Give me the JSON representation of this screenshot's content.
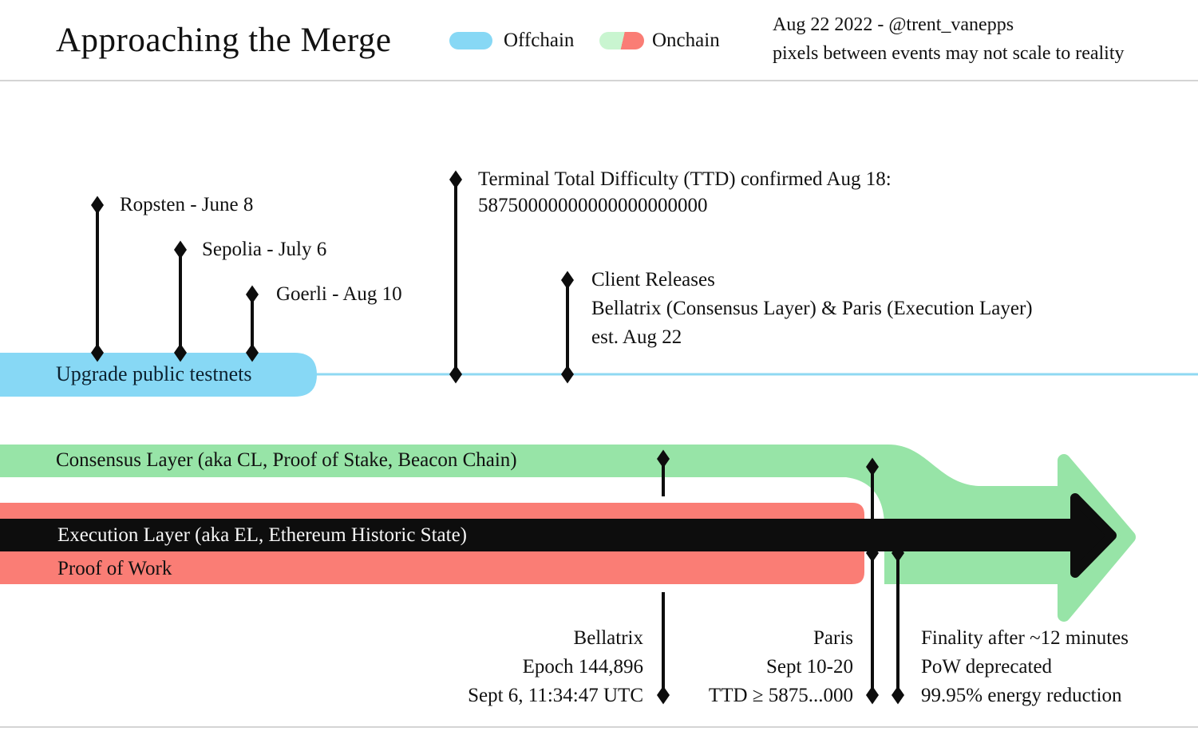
{
  "header": {
    "title": "Approaching the Merge",
    "legend": {
      "offchain_label": "Offchain",
      "onchain_label": "Onchain"
    },
    "attribution_line1": "Aug 22 2022 - @trent_vanepps",
    "attribution_line2": "pixels between events may not scale to reality"
  },
  "colors": {
    "offchain_blue": "#87d8f5",
    "offchain_line_blue": "#8fd9f2",
    "onchain_green": "#97e4a7",
    "onchain_green_light": "#c9f5d0",
    "onchain_red": "#fa7d75",
    "ink": "#0d0d0d",
    "divider_gray": "#d4d4d4"
  },
  "timeline": {
    "testnets_track_label": "Upgrade public testnets",
    "events_above": {
      "ropsten": "Ropsten - June 8",
      "sepolia": "Sepolia - July 6",
      "goerli": "Goerli - Aug 10",
      "ttd_line1": "Terminal Total Difficulty (TTD) confirmed Aug 18:",
      "ttd_line2": "58750000000000000000000",
      "client_line1": "Client Releases",
      "client_line2": "Bellatrix (Consensus Layer) & Paris (Execution Layer)",
      "client_line3": "est. Aug 22"
    },
    "tracks": {
      "consensus": "Consensus Layer (aka CL, Proof of Stake, Beacon Chain)",
      "execution": "Execution Layer (aka EL, Ethereum Historic State)",
      "pow": "Proof of Work"
    },
    "events_below": {
      "bellatrix": [
        "Bellatrix",
        "Epoch 144,896",
        "Sept 6, 11:34:47 UTC"
      ],
      "paris": [
        "Paris",
        "Sept 10-20",
        "TTD ≥ 5875...000"
      ],
      "finality": [
        "Finality after ~12 minutes",
        "PoW deprecated",
        "99.95% energy reduction"
      ]
    }
  }
}
